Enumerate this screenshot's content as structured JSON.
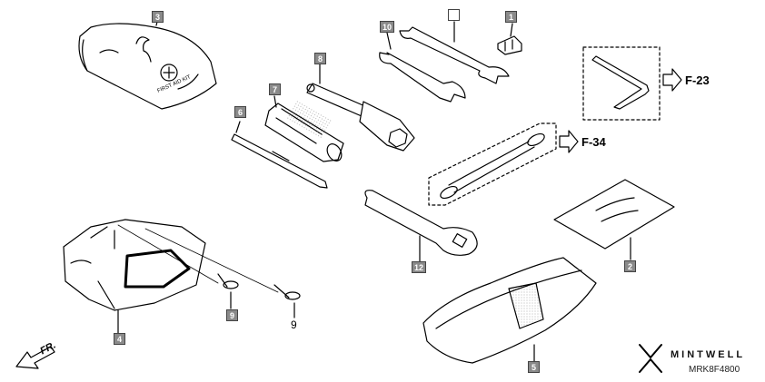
{
  "callouts": {
    "c1": "1",
    "c2": "2",
    "c3": "3",
    "c4": "4",
    "c5": "5",
    "c6": "6",
    "c7": "7",
    "c8": "8",
    "c9a": "9",
    "c9b": "9",
    "c10": "10",
    "c11": "",
    "c12": "12"
  },
  "references": {
    "allen_key": "F-23",
    "cable": "F-34"
  },
  "first_aid_text": "FIRST AID KIT",
  "direction_label": "FR.",
  "brand": "MINTWELL",
  "part_code": "MRK8F4800",
  "colors": {
    "line": "#000000",
    "tag_fill": "#8a8a8a",
    "tag_border": "#444444"
  }
}
